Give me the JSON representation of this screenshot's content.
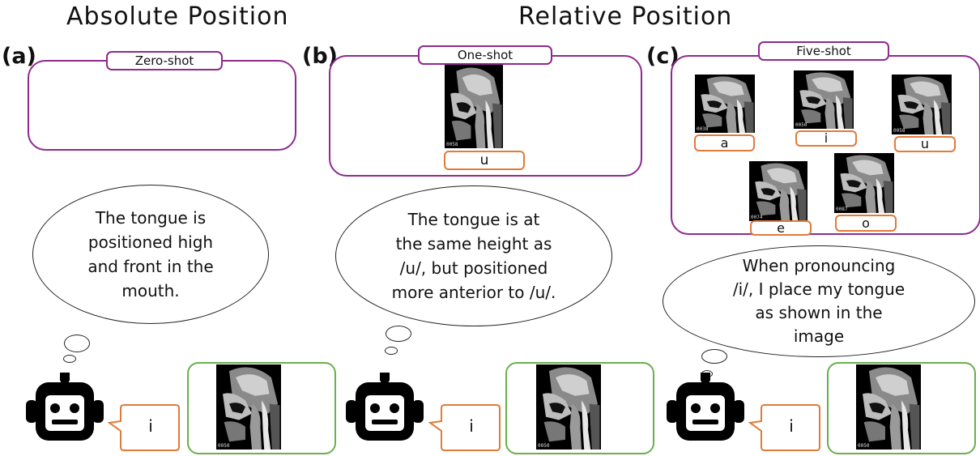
{
  "headings": {
    "absolute": "Absolute Position",
    "relative": "Relative Position"
  },
  "panels": [
    {
      "letter": "(a)",
      "shot_label": "Zero-shot",
      "examples": [],
      "thought": [
        "The tongue is",
        "positioned high",
        "and front in the",
        "mouth."
      ],
      "answer": "i",
      "query_image_tag": "0050"
    },
    {
      "letter": "(b)",
      "shot_label": "One-shot",
      "examples": [
        {
          "tag": "0058",
          "vowel": "u"
        }
      ],
      "thought": [
        "The tongue is at",
        "the same height as",
        "/u/, but positioned",
        "more anterior to /u/."
      ],
      "answer": "i",
      "query_image_tag": "0050"
    },
    {
      "letter": "(c)",
      "shot_label": "Five-shot",
      "examples": [
        {
          "tag": "0038",
          "vowel": "a"
        },
        {
          "tag": "0050",
          "vowel": "i"
        },
        {
          "tag": "0058",
          "vowel": "u"
        },
        {
          "tag": "0074",
          "vowel": "e"
        },
        {
          "tag": "0087",
          "vowel": "o"
        }
      ],
      "thought": [
        "When pronouncing",
        "/i/, I place my tongue",
        "as shown in the",
        "image"
      ],
      "answer": "i",
      "query_image_tag": "0050"
    }
  ],
  "colors": {
    "shot_border": "#8e2a8e",
    "vowel_border": "#e07b39",
    "answer_border": "#6ab04c"
  },
  "icons": [
    "robot-icon",
    "mri-sagittal-image"
  ]
}
